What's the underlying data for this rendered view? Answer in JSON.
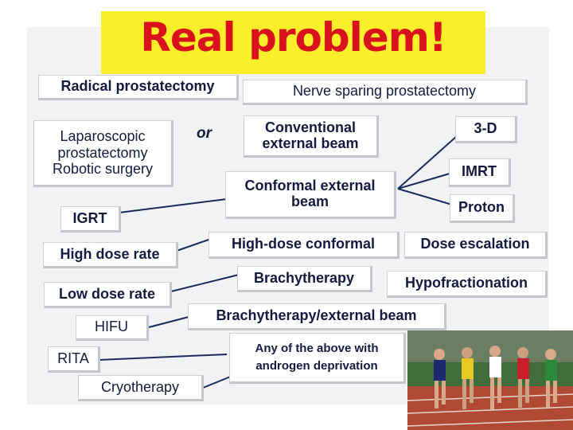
{
  "title": "Real problem!",
  "connector_word": "or",
  "boxes": {
    "radical": "Radical prostatectomy",
    "nerve_sparing": "Nerve sparing prostatectomy",
    "laparoscopic": "Laparoscopic prostatectomy Robotic surgery",
    "conventional": "Conventional external beam",
    "three_d": "3-D",
    "imrt": "IMRT",
    "conformal": "Conformal external beam",
    "proton": "Proton",
    "igrt": "IGRT",
    "high_dose_rate": "High dose rate",
    "high_dose_conformal": "High-dose conformal",
    "dose_escalation": "Dose escalation",
    "brachytherapy": "Brachytherapy",
    "hypofractionation": "Hypofractionation",
    "low_dose_rate": "Low dose rate",
    "brachy_external": "Brachytherapy/external beam",
    "hifu": "HIFU",
    "androgen": "Any of the above with androgen deprivation",
    "rita": "RITA",
    "cryotherapy": "Cryotherapy"
  },
  "colors": {
    "title_text": "#d8111c",
    "title_banner": "#fbee2a",
    "box_text": "#141a40",
    "connector_line": "#1a2a5c",
    "panel_background": "#f1f2f4"
  },
  "photo": {
    "icon": "runners-photo"
  }
}
